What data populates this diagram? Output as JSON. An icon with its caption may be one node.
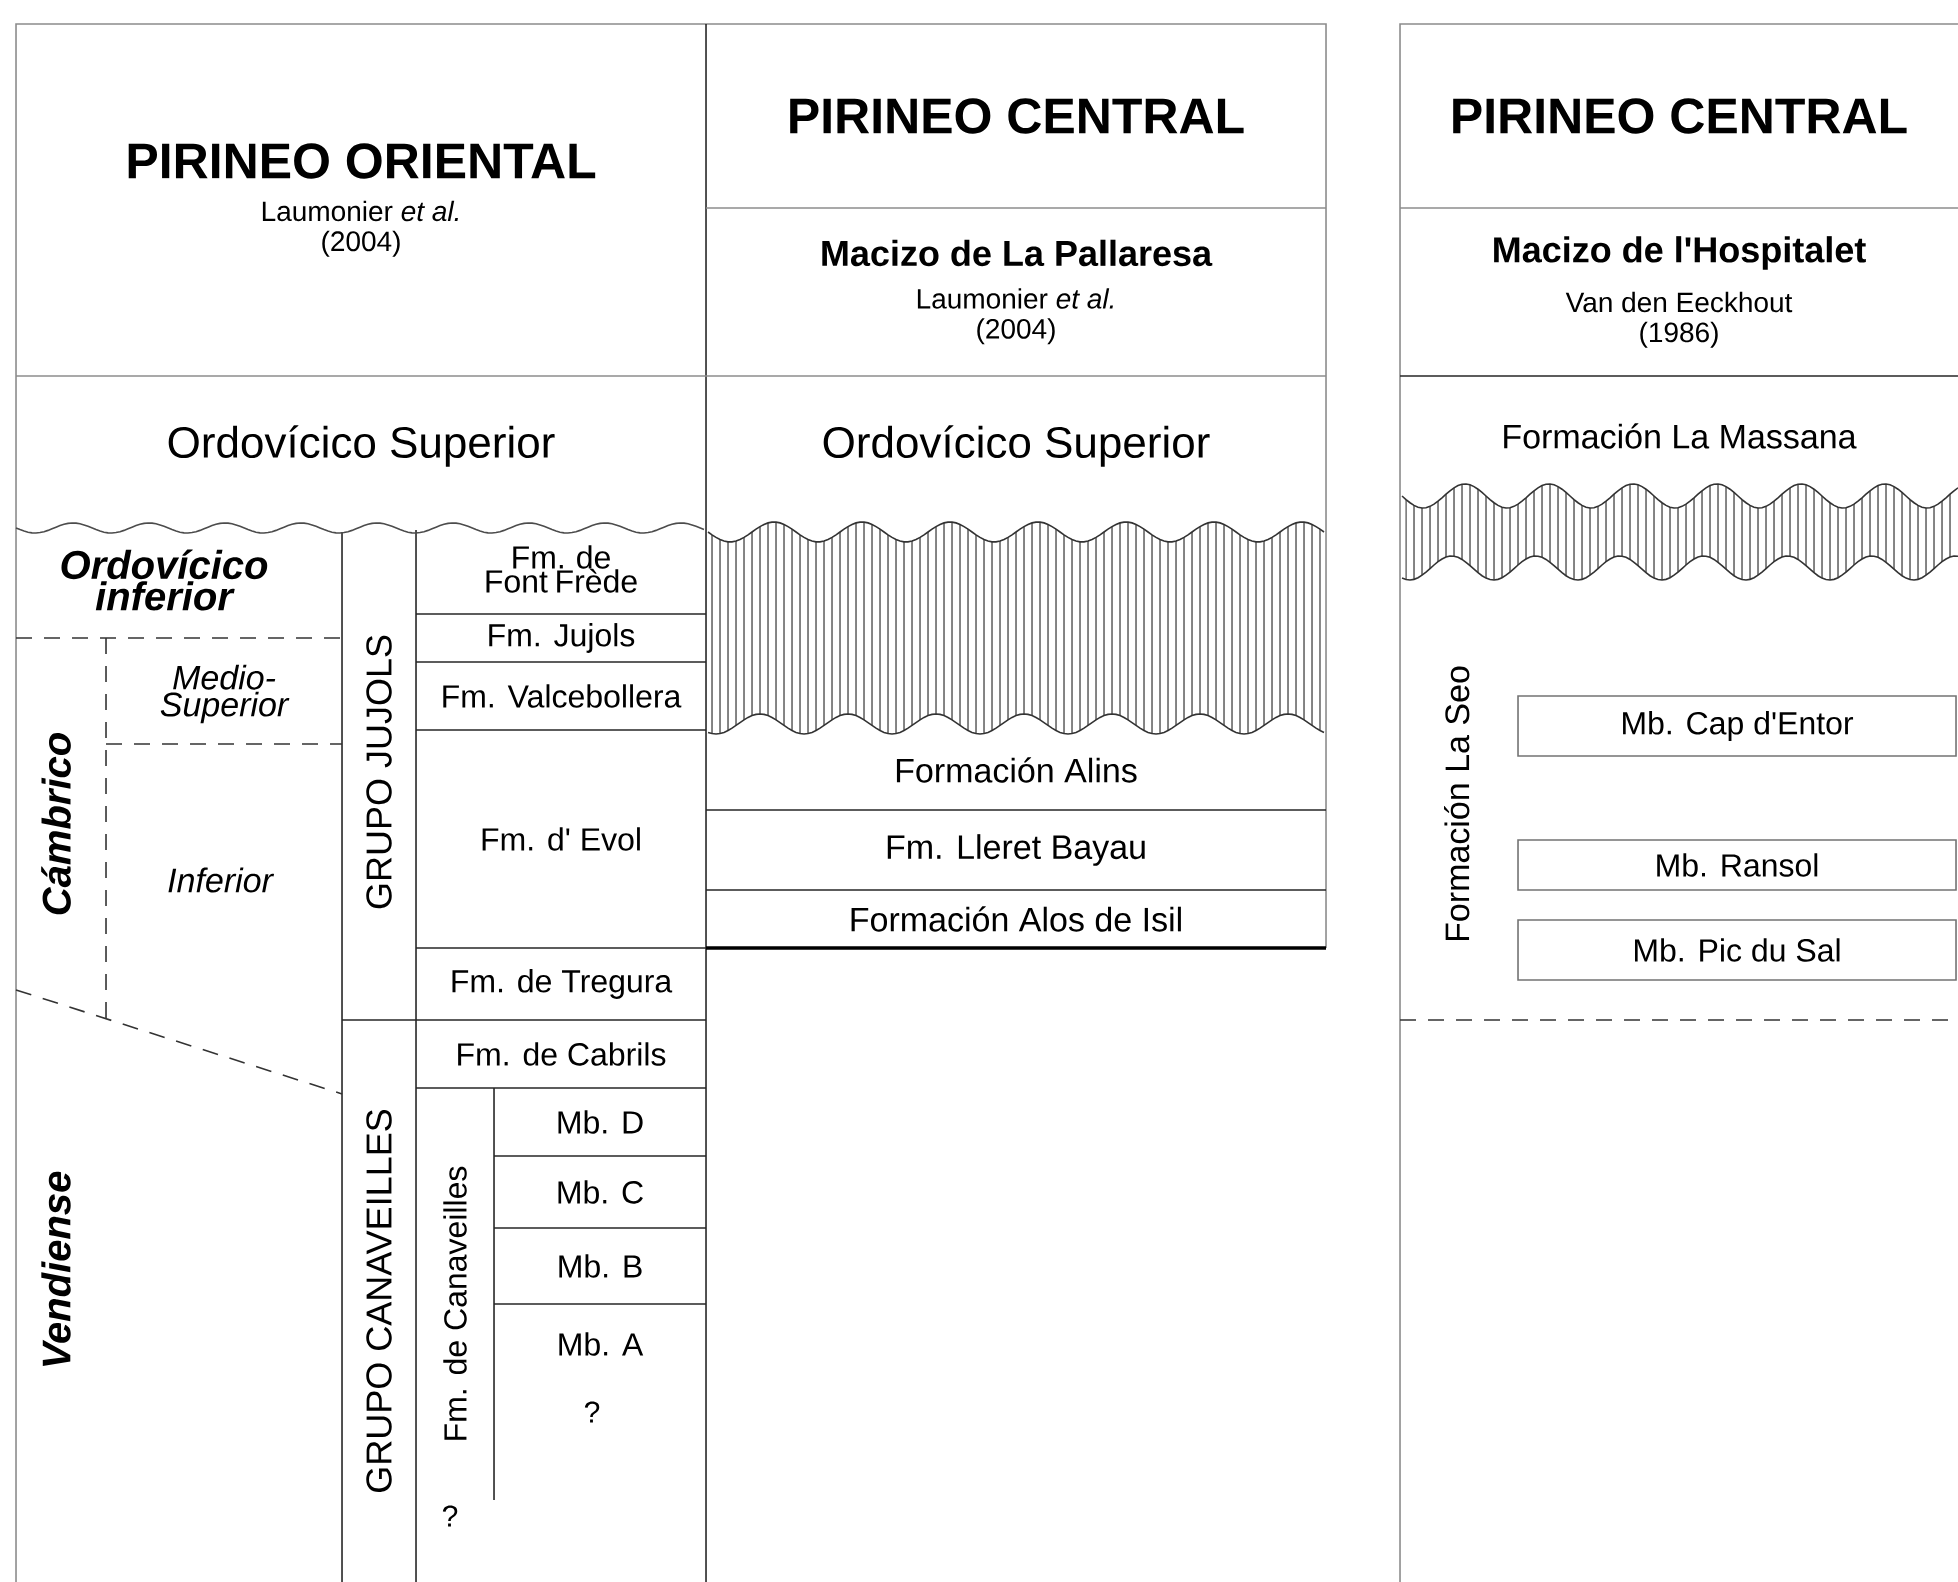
{
  "diagram": {
    "nodes": [
      {
        "text": [
          "PIRINEO ORIENTAL",
          "Laumonier *et al.* (2004)"
        ]
      },
      {
        "text": [
          "Ordovícico Superior"
        ]
      },
      {
        "text": [
          "GRUPO JUJOLS"
        ]
      },
      {
        "text": [
          "Fm. de Font Frède"
        ]
      },
      {
        "text": [
          "Fm. Jujols"
        ]
      },
      {
        "text": [
          "Fm. Valcebollera"
        ]
      },
      {
        "text": [
          "Fm. d' Evol"
        ]
      },
      {
        "text": [
          "Fm. de Tregura"
        ]
      },
      {
        "text": [
          "GRUPO CANAVEILLES"
        ]
      },
      {
        "text": [
          "Fm. de Cabrils"
        ]
      },
      {
        "text": [
          "Fm. de Canaveilles"
        ]
      },
      {
        "text": [
          "Mb. D"
        ]
      },
      {
        "text": [
          "Mb. C"
        ]
      },
      {
        "text": [
          "Mb. B"
        ]
      },
      {
        "text": [
          "Mb. A"
        ]
      },
      {
        "text": [
          "PIRINEO CENTRAL"
        ]
      },
      {
        "text": [
          "Macizo de La Pallaresa",
          "Laumonier *et al.* (2004)"
        ]
      },
      {
        "text": [
          "Ordovícico Superior"
        ]
      },
      {
        "text": [
          "Formación Alins"
        ]
      },
      {
        "text": [
          "Fm. Lleret Bayau"
        ]
      },
      {
        "text": [
          "Formación Alos de Isil"
        ]
      },
      {
        "text": [
          "PIRINEO CENTRAL"
        ]
      },
      {
        "text": [
          "Macizo de l'Hospitalet",
          "Van den Eeckhout (1986)"
        ]
      },
      {
        "text": [
          "Formación La Massana"
        ]
      },
      {
        "text": [
          "Formación La Seo"
        ]
      },
      {
        "text": [
          "Mb. Cap d'Entor"
        ]
      },
      {
        "text": [
          "Mb. Ransol"
        ]
      },
      {
        "text": [
          "Mb. Pic du Sal"
        ]
      }
    ],
    "labels": [
      "Ordovícico inferior",
      "Medio-Superior",
      "Cámbrico",
      "Inferior",
      "Vendiense",
      "?",
      "?"
    ]
  }
}
